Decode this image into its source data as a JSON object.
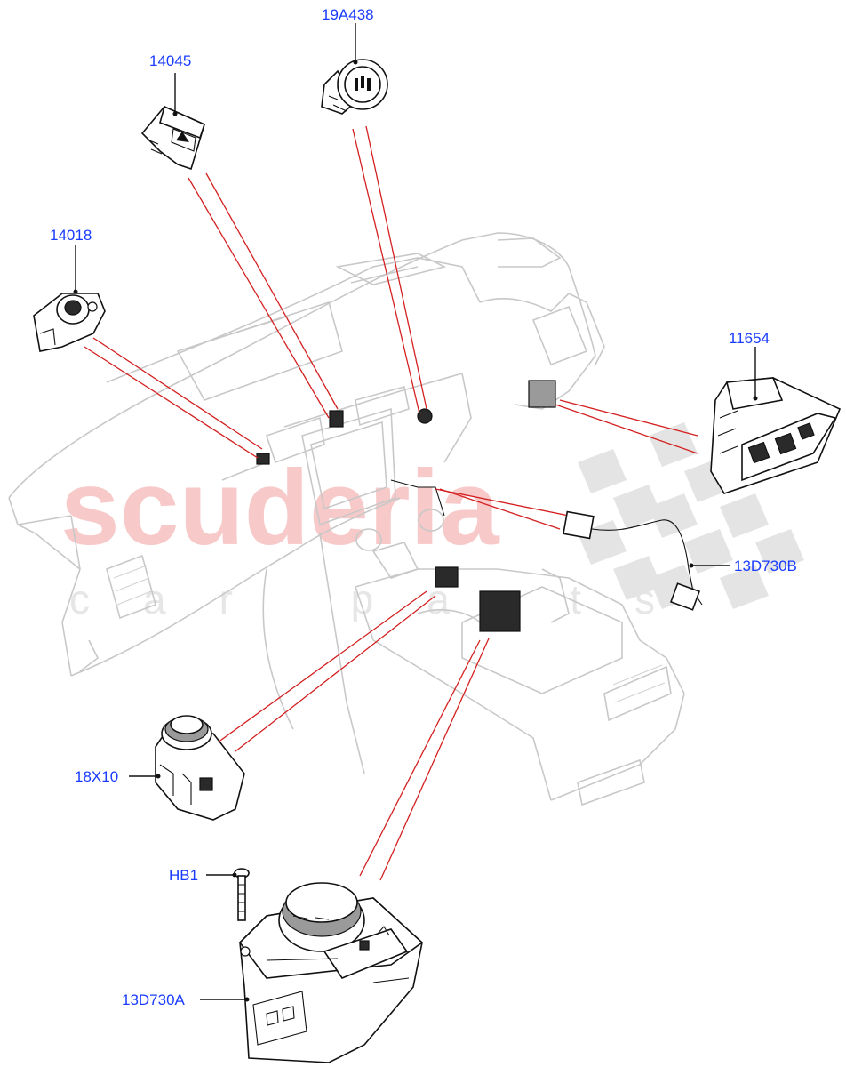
{
  "watermark": {
    "brand": "scuderia",
    "tagline": "car parts"
  },
  "parts": [
    {
      "id": "p14045",
      "label": "14045"
    },
    {
      "id": "p19A438",
      "label": "19A438"
    },
    {
      "id": "p14018",
      "label": "14018"
    },
    {
      "id": "p11654",
      "label": "11654"
    },
    {
      "id": "p13D730B",
      "label": "13D730B"
    },
    {
      "id": "p18X10",
      "label": "18X10"
    },
    {
      "id": "pHB1",
      "label": "HB1"
    },
    {
      "id": "p13D730A",
      "label": "13D730A"
    }
  ],
  "colors": {
    "label_text": "#1a3cff",
    "leader_lines": "#d42020",
    "dashboard_outline": "#c8c8c8",
    "watermark_red": "#f7c9c9",
    "watermark_grey": "#e6e6e6"
  }
}
